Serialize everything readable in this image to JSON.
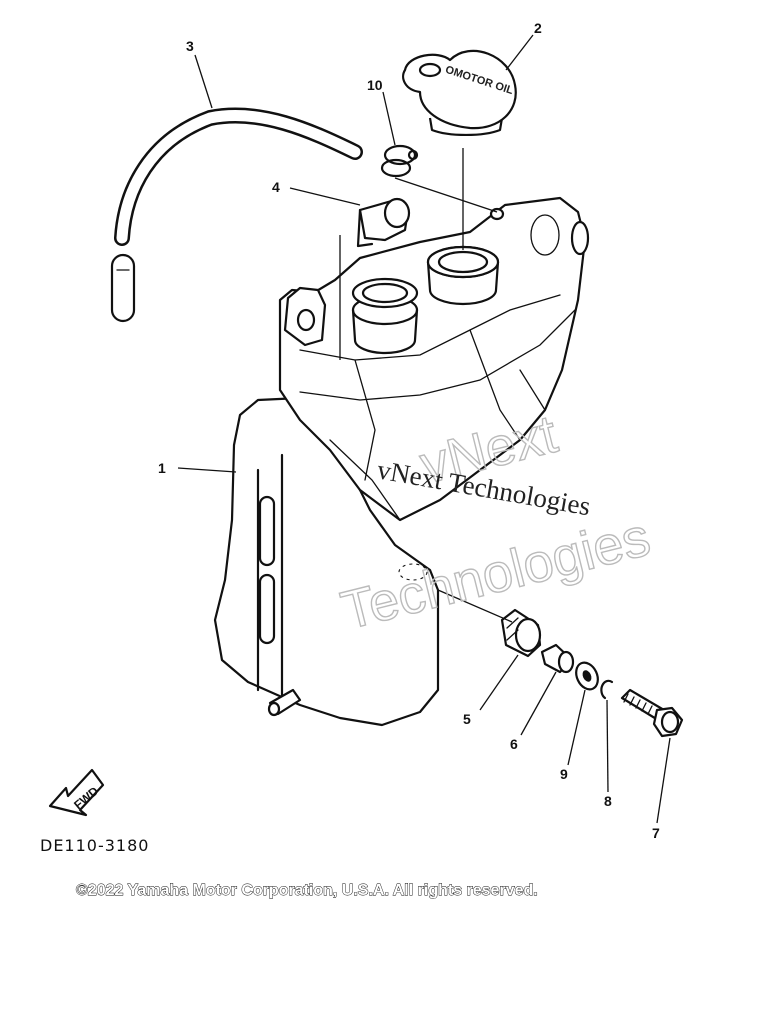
{
  "callouts": {
    "c1": "1",
    "c2": "2",
    "c3": "3",
    "c4": "4",
    "c5": "5",
    "c6": "6",
    "c7": "7",
    "c8": "8",
    "c9": "9",
    "c10": "10"
  },
  "cap_marking": "OMOTOR OIL",
  "fwd_label": "FWD",
  "diagram_code": "DE110-3180",
  "watermark": {
    "line1": "vNext Technologies",
    "line2a": "vNext",
    "line2b": "Technologies"
  },
  "copyright": "©2022 Yamaha Motor Corporation, U.S.A. All rights reserved."
}
